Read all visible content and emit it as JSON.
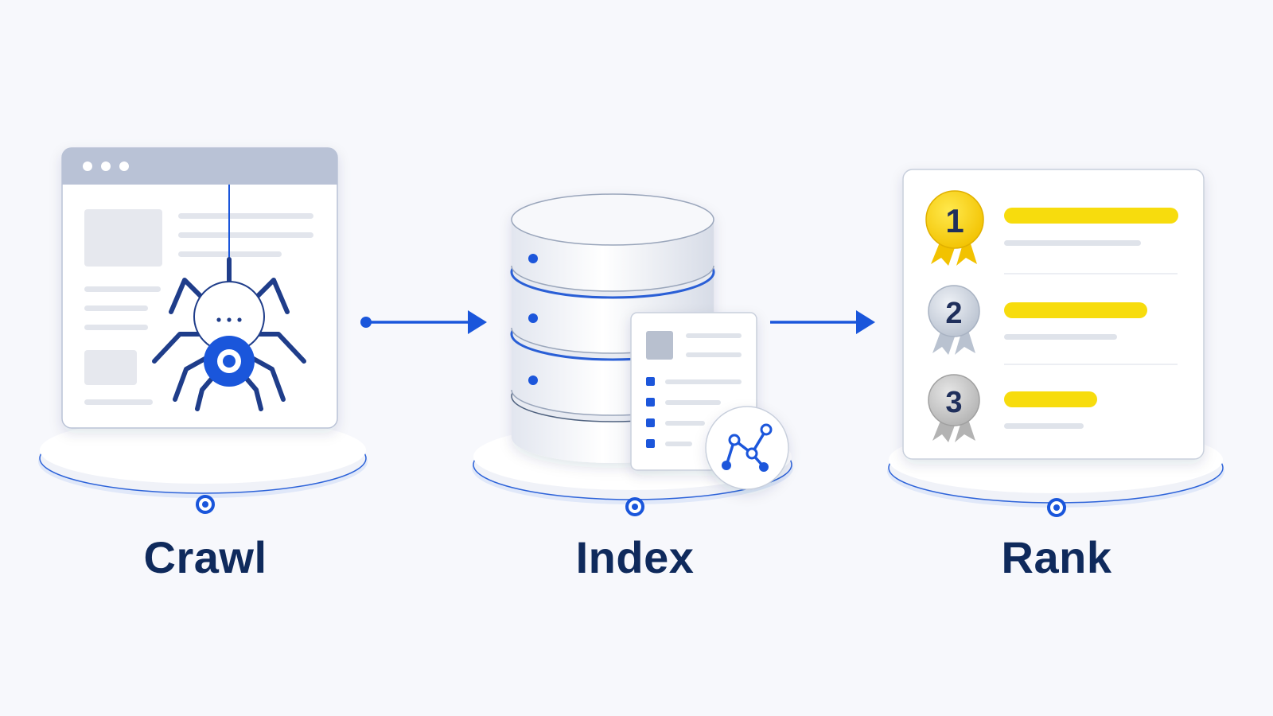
{
  "stages": [
    {
      "id": "crawl",
      "label": "Crawl",
      "icon": "spider-on-webpage-icon"
    },
    {
      "id": "index",
      "label": "Index",
      "icon": "database-with-index-card-icon"
    },
    {
      "id": "rank",
      "label": "Rank",
      "icon": "ranked-results-list-icon"
    }
  ],
  "ranking": [
    {
      "position": "1",
      "medal": "gold"
    },
    {
      "position": "2",
      "medal": "silver"
    },
    {
      "position": "3",
      "medal": "bronze-gray"
    }
  ],
  "colors": {
    "primary": "#1a56db",
    "navy": "#0f2a5c",
    "gold": "#f5d90a",
    "background": "#f7f8fc"
  }
}
